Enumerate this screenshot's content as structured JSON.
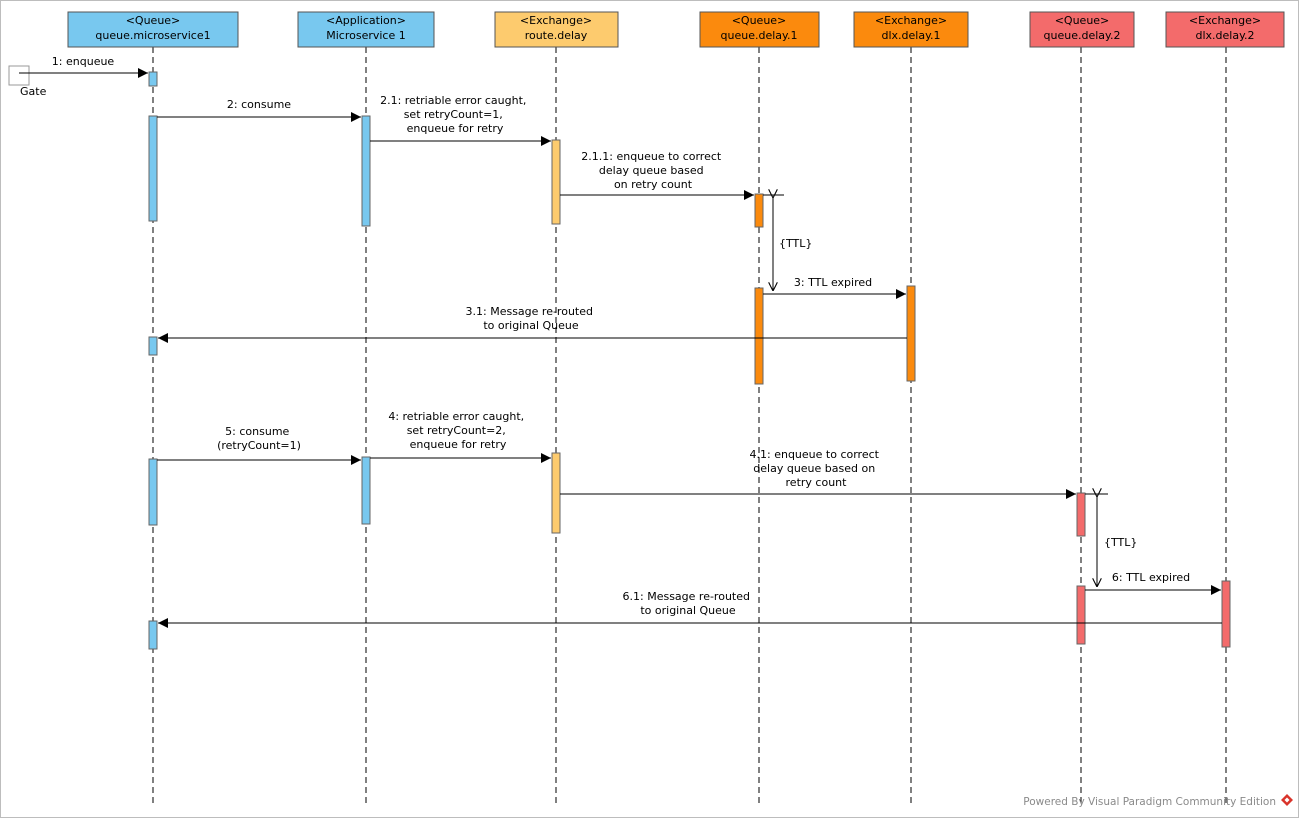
{
  "lifelines": [
    {
      "id": "qms",
      "stereotype": "<Queue>",
      "name": "queue.microservice1",
      "color": "#78c8ef"
    },
    {
      "id": "app",
      "stereotype": "<Application>",
      "name": "Microservice 1",
      "color": "#78c8ef"
    },
    {
      "id": "route",
      "stereotype": "<Exchange>",
      "name": "route.delay",
      "color": "#fdcb6e"
    },
    {
      "id": "qd1",
      "stereotype": "<Queue>",
      "name": "queue.delay.1",
      "color": "#fb8a0d"
    },
    {
      "id": "dlx1",
      "stereotype": "<Exchange>",
      "name": "dlx.delay.1",
      "color": "#fb8a0d"
    },
    {
      "id": "qd2",
      "stereotype": "<Queue>",
      "name": "queue.delay.2",
      "color": "#f36b6b"
    },
    {
      "id": "dlx2",
      "stereotype": "<Exchange>",
      "name": "dlx.delay.2",
      "color": "#f36b6b"
    }
  ],
  "gate_label": "Gate",
  "messages": [
    {
      "id": "m1",
      "lines": [
        "1: enqueue"
      ]
    },
    {
      "id": "m2",
      "lines": [
        "2: consume"
      ]
    },
    {
      "id": "m21",
      "lines": [
        "2.1: retriable error caught,",
        "set retryCount=1,",
        "enqueue for retry"
      ]
    },
    {
      "id": "m211",
      "lines": [
        "2.1.1: enqueue to correct",
        "delay queue based",
        "on retry count"
      ]
    },
    {
      "id": "m3",
      "lines": [
        "3: TTL expired"
      ]
    },
    {
      "id": "m31",
      "lines": [
        "3.1: Message re-routed",
        "to original Queue"
      ]
    },
    {
      "id": "m5",
      "lines": [
        "5: consume",
        "(retryCount=1)"
      ]
    },
    {
      "id": "m4",
      "lines": [
        "4: retriable error caught,",
        "set retryCount=2,",
        "enqueue for retry"
      ]
    },
    {
      "id": "m41",
      "lines": [
        "4.1: enqueue to correct",
        "delay queue based on",
        "retry count"
      ]
    },
    {
      "id": "m6",
      "lines": [
        "6: TTL expired"
      ]
    },
    {
      "id": "m61",
      "lines": [
        "6.1: Message re-routed",
        "to original Queue"
      ]
    }
  ],
  "constraints": [
    {
      "id": "ttl1",
      "text": "{TTL}"
    },
    {
      "id": "ttl2",
      "text": "{TTL}"
    }
  ],
  "footer": "Powered By Visual Paradigm Community Edition"
}
